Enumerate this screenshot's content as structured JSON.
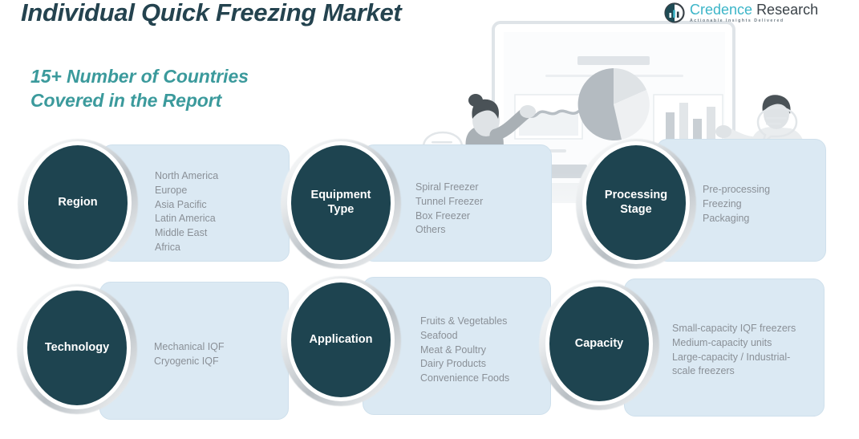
{
  "header": {
    "title": "Individual Quick Freezing Market",
    "subtitle_line1": "15+ Number of Countries",
    "subtitle_line2": "Covered in the Report",
    "title_color": "#24434f",
    "subtitle_color": "#3b9a9c"
  },
  "logo": {
    "name_part1": "Credence",
    "name_part2": "Research",
    "tagline": "Actionable Insights Delivered",
    "mark_icon": "bar-chart-circle-icon",
    "brand_color": "#3cb5c8"
  },
  "theme": {
    "orb_color": "#1e4450",
    "panel_color": "#dbe9f3",
    "panel_text_color": "#8a9097"
  },
  "illustration": {
    "name": "business-analytics-dashboard-illustration",
    "elements": [
      "female-presenter",
      "male-presenter",
      "dashboard-board",
      "line-chart",
      "pie-chart",
      "bar-chart",
      "speech-bubble-left",
      "speech-bubble-right"
    ]
  },
  "segments": [
    {
      "id": "region",
      "label": "Region",
      "items": "North America\nEurope\nAsia Pacific\nLatin America\nMiddle East\nAfrica"
    },
    {
      "id": "equipment-type",
      "label": "Equipment\nType",
      "items": "Spiral Freezer\nTunnel Freezer\nBox Freezer\nOthers"
    },
    {
      "id": "processing-stage",
      "label": "Processing\nStage",
      "items": "Pre-processing\nFreezing\nPackaging"
    },
    {
      "id": "technology",
      "label": "Technology",
      "items": "Mechanical IQF\nCryogenic IQF"
    },
    {
      "id": "application",
      "label": "Application",
      "items": "Fruits & Vegetables\nSeafood\nMeat & Poultry\nDairy Products\nConvenience Foods"
    },
    {
      "id": "capacity",
      "label": "Capacity",
      "items": "Small-capacity IQF freezers\nMedium-capacity units\nLarge-capacity / Industrial-\nscale freezers"
    }
  ]
}
